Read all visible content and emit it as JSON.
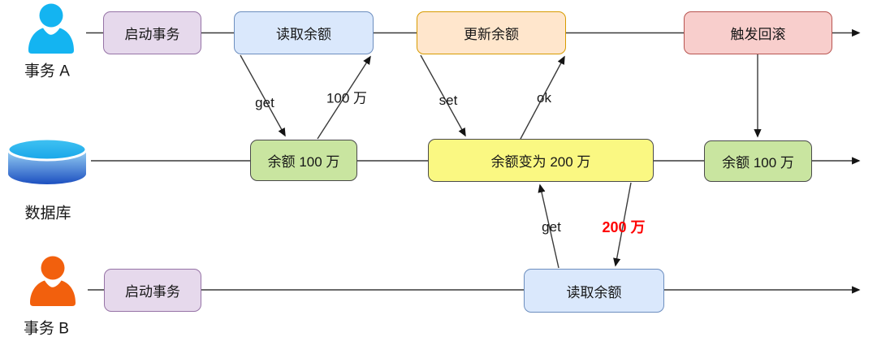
{
  "lanes": {
    "a": {
      "label": "事务 A",
      "icon": "user-icon"
    },
    "db": {
      "label": "数据库",
      "icon": "database-icon"
    },
    "b": {
      "label": "事务 B",
      "icon": "user-icon"
    }
  },
  "nodes": {
    "a_start": {
      "label": "启动事务",
      "color": "purple"
    },
    "a_read": {
      "label": "读取余额",
      "color": "blue"
    },
    "a_update": {
      "label": "更新余额",
      "color": "orange"
    },
    "a_rollback": {
      "label": "触发回滚",
      "color": "red"
    },
    "db_state1": {
      "label": "余额 100 万",
      "color": "green"
    },
    "db_state2": {
      "label": "余额变为 200 万",
      "color": "yellow"
    },
    "db_state3": {
      "label": "余额 100 万",
      "color": "green"
    },
    "b_start": {
      "label": "启动事务",
      "color": "purple"
    },
    "b_read": {
      "label": "读取余额",
      "color": "blue"
    }
  },
  "edges": {
    "a_get": {
      "label": "get"
    },
    "a_result": {
      "label": "100 万"
    },
    "a_set": {
      "label": "set"
    },
    "a_ok": {
      "label": "ok"
    },
    "b_get": {
      "label": "get"
    },
    "b_result": {
      "label": "200 万",
      "highlight": true
    }
  },
  "colors": {
    "purple-fill": "#e6d9ec",
    "purple-border": "#9673a6",
    "blue-fill": "#dae8fc",
    "blue-border": "#6c8ebf",
    "orange-fill": "#ffe6cc",
    "orange-border": "#d79b00",
    "red-fill": "#f8cecc",
    "red-border": "#b85450",
    "green-fill": "#c9e5a0",
    "yellow-fill": "#faf882",
    "dark-border": "#4a4a4a",
    "line": "#3a3a3a",
    "arrowhead": "#141414",
    "highlight": "#fe0000",
    "user-a": "#14b4f1",
    "user-b": "#f2600d",
    "db-top-1": "#41c2f2",
    "db-top-2": "#18a6e9",
    "db-body-1": "#8fc8f1",
    "db-body-2": "#1c4fc0"
  }
}
